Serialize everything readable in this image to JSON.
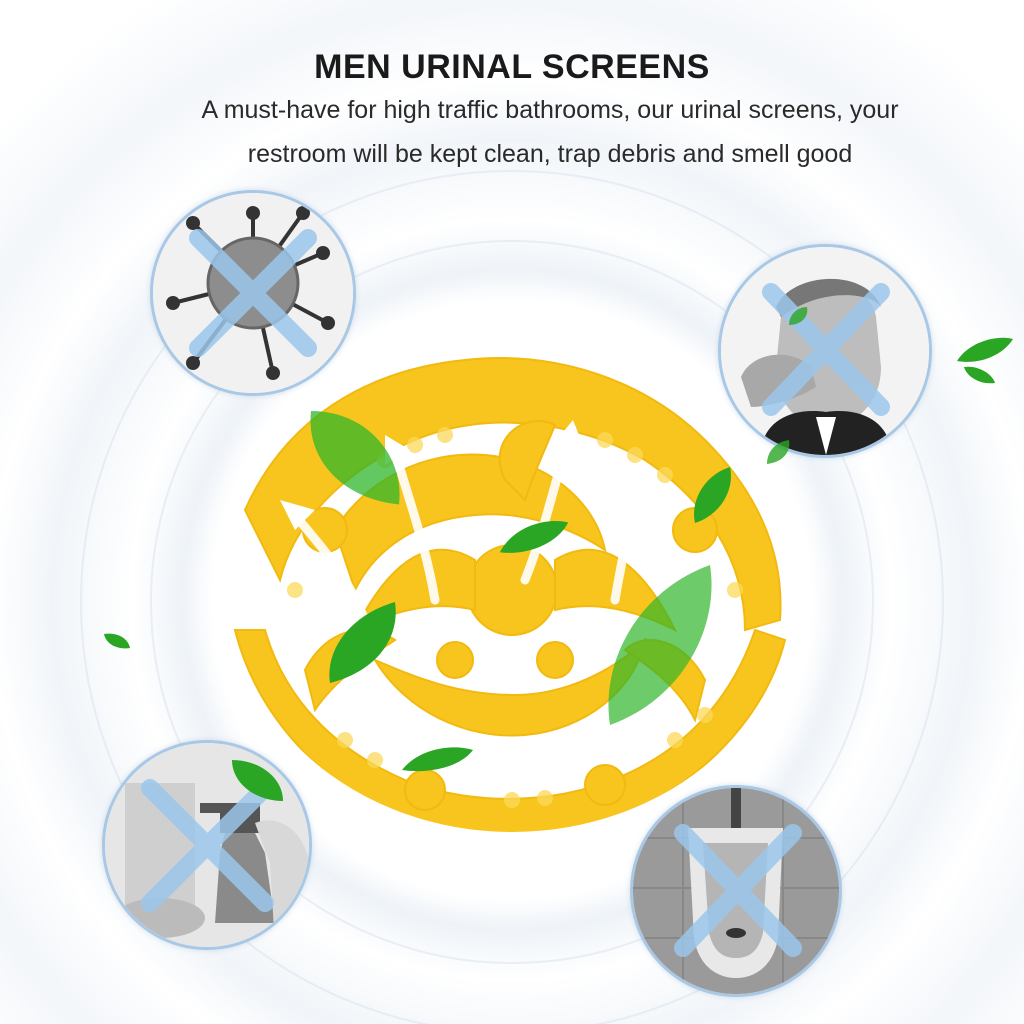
{
  "header": {
    "title": "MEN URINAL SCREENS",
    "subtitle_line1": "A must-have for high traffic bathrooms, our urinal screens, your",
    "subtitle_line2": "restroom will be kept clean, trap debris and smell good"
  },
  "colors": {
    "screen_yellow": "#f7c51e",
    "screen_light": "#fbd95a",
    "leaf_green": "#2fb52a",
    "badge_border": "#a8c8e6",
    "cross_blue": "#9cc7ec"
  },
  "icons": {
    "badge_bacteria": "virus-crossed-icon",
    "badge_odor": "man-holding-nose-crossed-icon",
    "badge_spray": "spray-bottle-crossed-icon",
    "badge_urinal": "dirty-urinal-crossed-icon",
    "leaf": "green-leaf-icon",
    "arrow": "upward-arrow-icon"
  }
}
